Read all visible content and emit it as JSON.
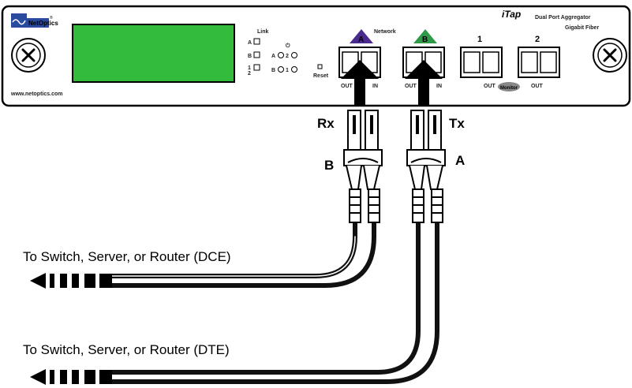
{
  "device": {
    "brand": "NetOptics",
    "brand_mark": "®",
    "website": "www.netoptics.com",
    "product_logo": "iTap",
    "product_line1": "Dual Port Aggregator",
    "product_line2": "Gigabit Fiber",
    "lcd_color": "#33bb3c",
    "led_group1": {
      "title": "Link",
      "items": [
        "A",
        "B",
        "1",
        "2"
      ]
    },
    "led_group2": {
      "title": "",
      "items": [
        "A",
        "B",
        "2",
        "1"
      ]
    },
    "reset_label": "Reset",
    "network_label": "Network",
    "monitor_label": "Monitor",
    "ports": [
      {
        "badge": "A",
        "badge_color": "#4b2a8f",
        "left": "OUT",
        "right": "IN"
      },
      {
        "badge": "B",
        "badge_color": "#2e9a48",
        "left": "OUT",
        "right": "IN"
      },
      {
        "badge": "1",
        "left": "OUT",
        "right": ""
      },
      {
        "badge": "2",
        "left": "OUT",
        "right": ""
      }
    ]
  },
  "connectors": {
    "rx_label": "Rx",
    "tx_label": "Tx",
    "left_label": "B",
    "right_label": "A"
  },
  "cables": {
    "upper_label": "To Switch, Server, or Router (DCE)",
    "lower_label": "To Switch, Server, or Router (DTE)"
  },
  "colors": {
    "panel_stroke": "#000000",
    "cable": "#111111"
  }
}
